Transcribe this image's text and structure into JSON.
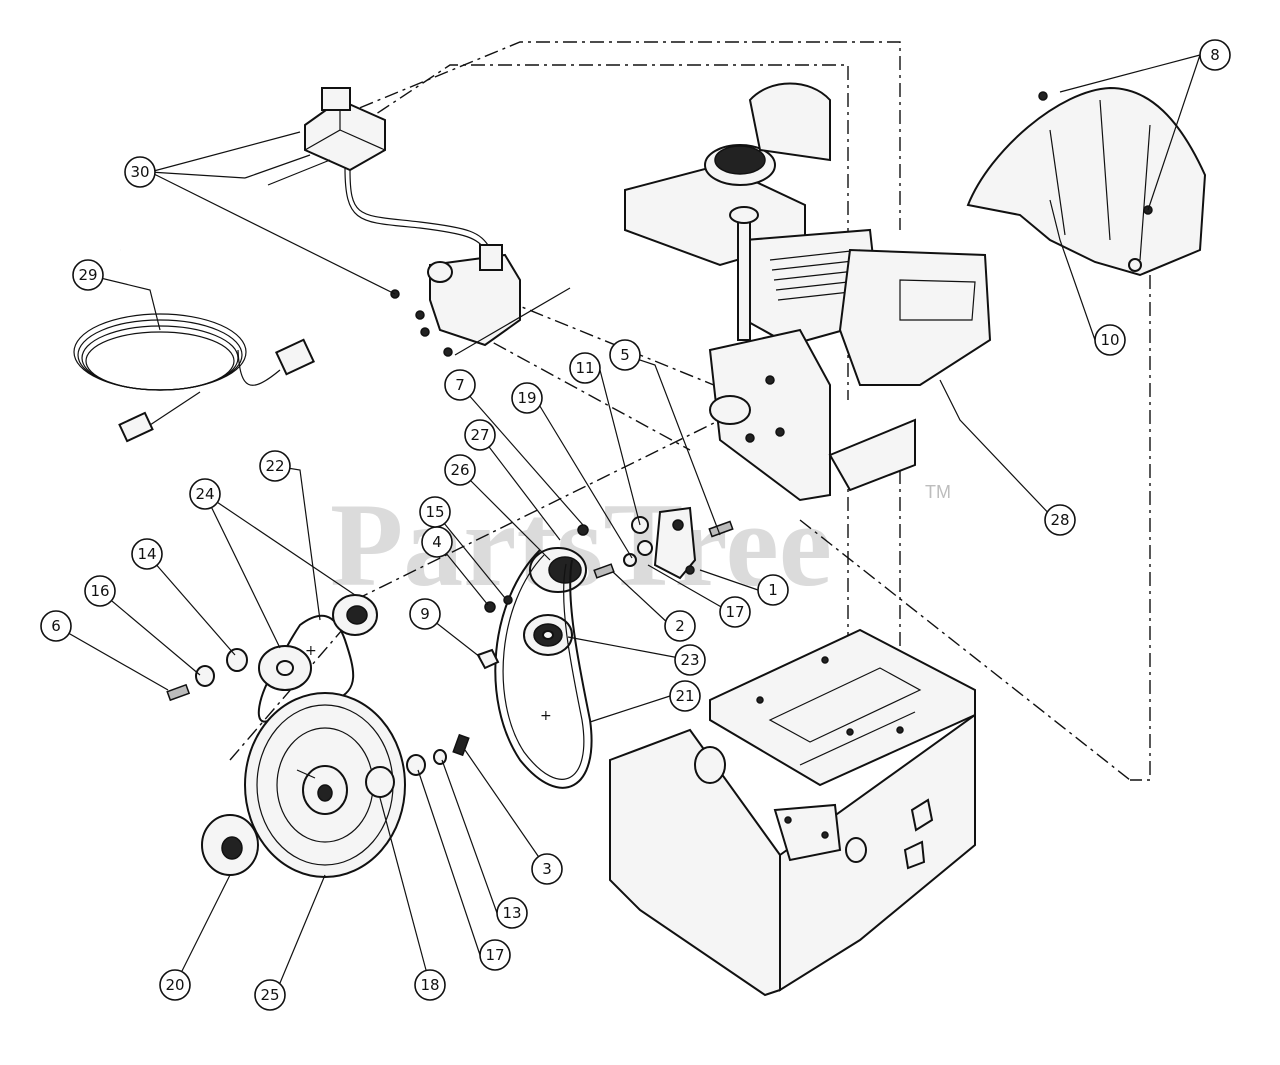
{
  "watermark": {
    "text": "PartsTree",
    "trademark": "TM"
  },
  "callouts": [
    {
      "id": "c-1",
      "label": "1"
    },
    {
      "id": "c-2",
      "label": "2"
    },
    {
      "id": "c-3",
      "label": "3"
    },
    {
      "id": "c-4",
      "label": "4"
    },
    {
      "id": "c-5",
      "label": "5"
    },
    {
      "id": "c-6",
      "label": "6"
    },
    {
      "id": "c-7",
      "label": "7"
    },
    {
      "id": "c-8",
      "label": "8"
    },
    {
      "id": "c-9",
      "label": "9"
    },
    {
      "id": "c-10",
      "label": "10"
    },
    {
      "id": "c-11",
      "label": "11"
    },
    {
      "id": "c-13",
      "label": "13"
    },
    {
      "id": "c-14",
      "label": "14"
    },
    {
      "id": "c-15",
      "label": "15"
    },
    {
      "id": "c-16",
      "label": "16"
    },
    {
      "id": "c-17a",
      "label": "17"
    },
    {
      "id": "c-17b",
      "label": "17"
    },
    {
      "id": "c-18",
      "label": "18"
    },
    {
      "id": "c-19",
      "label": "19"
    },
    {
      "id": "c-20",
      "label": "20"
    },
    {
      "id": "c-21",
      "label": "21"
    },
    {
      "id": "c-22",
      "label": "22"
    },
    {
      "id": "c-23",
      "label": "23"
    },
    {
      "id": "c-24",
      "label": "24"
    },
    {
      "id": "c-25",
      "label": "25"
    },
    {
      "id": "c-26",
      "label": "26"
    },
    {
      "id": "c-27",
      "label": "27"
    },
    {
      "id": "c-28",
      "label": "28"
    },
    {
      "id": "c-29",
      "label": "29"
    },
    {
      "id": "c-30",
      "label": "30"
    }
  ]
}
